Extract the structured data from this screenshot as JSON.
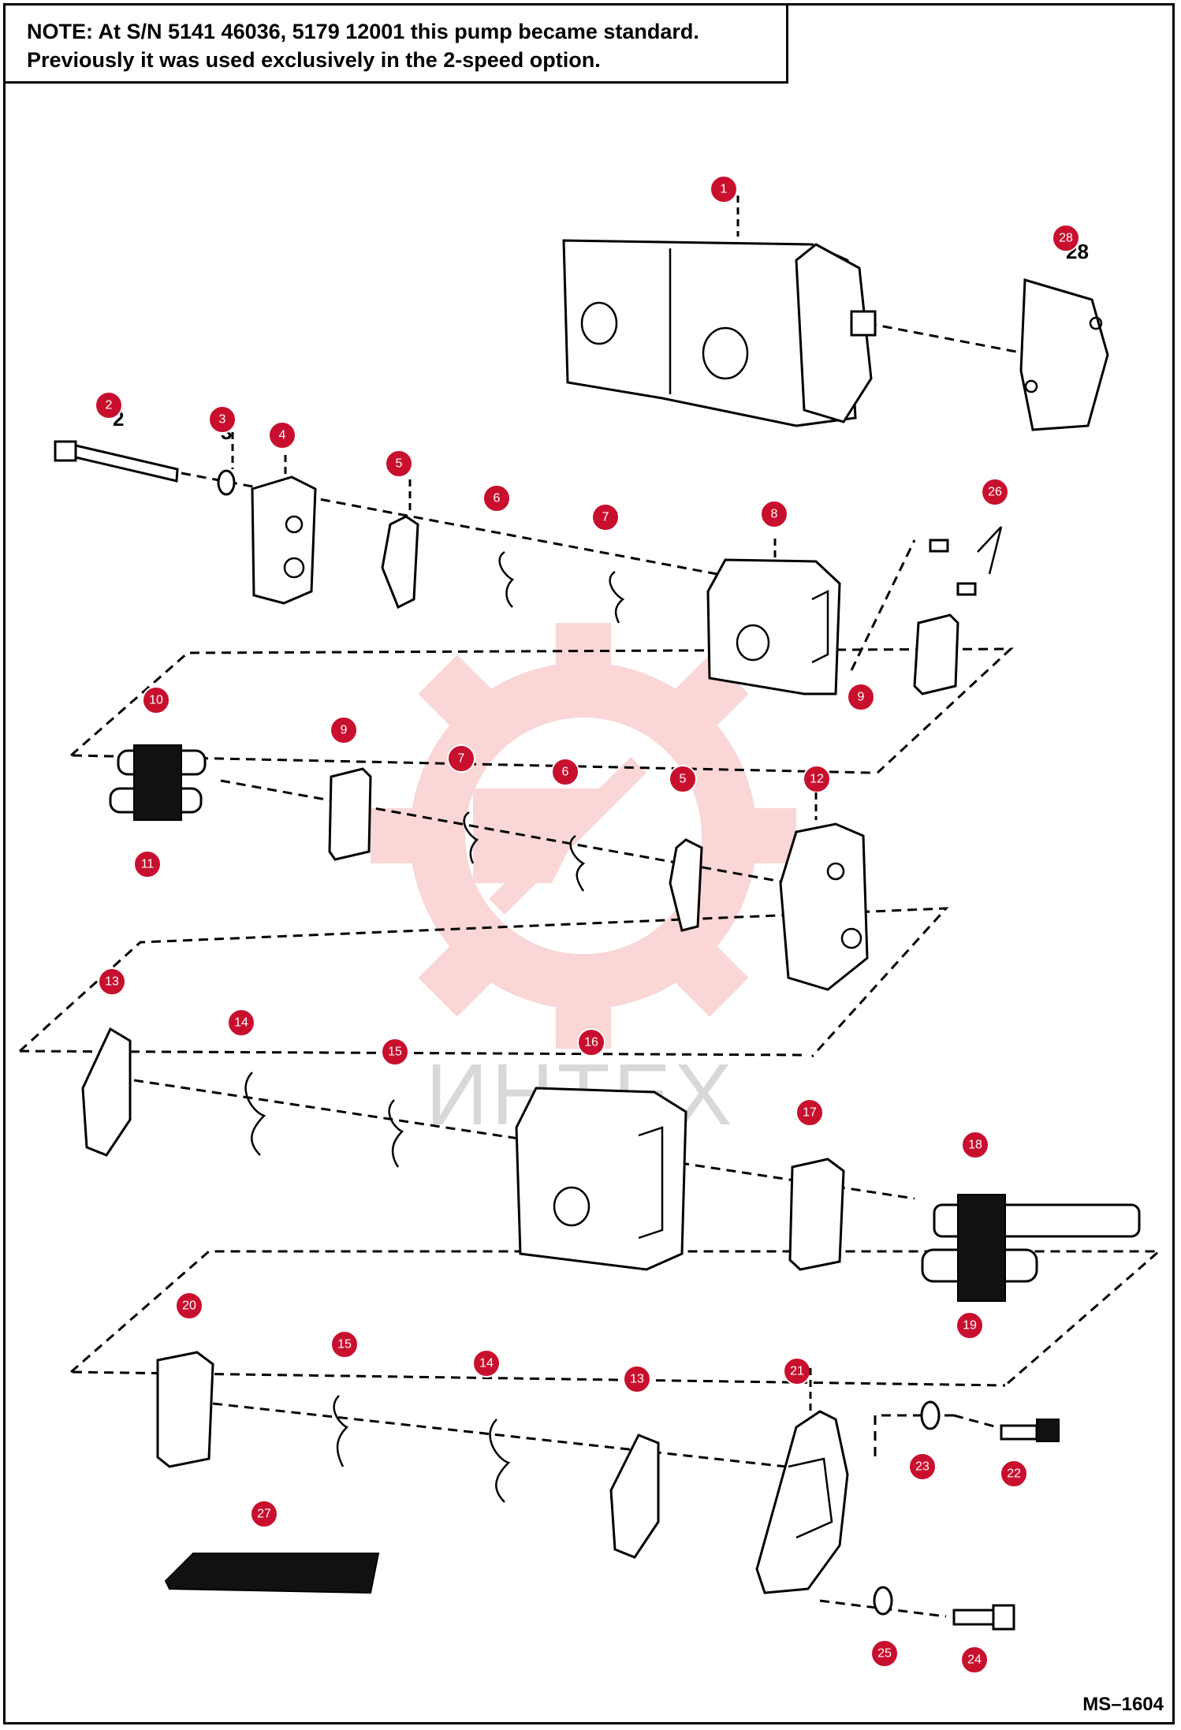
{
  "note": {
    "line1": "NOTE: At S/N 5141 46036, 5179 12001 this pump became standard.",
    "line2": "Previously it was used exclusively in the 2-speed option."
  },
  "doc_id": "MS–1604",
  "watermark": "ИНТЕХ",
  "colors": {
    "callout": "#c8102e",
    "line": "#000000",
    "watermark": "#f4a3a3"
  },
  "callouts": [
    {
      "id": "c1",
      "label": "1"
    },
    {
      "id": "c28",
      "label": "28"
    },
    {
      "id": "c2",
      "label": "2"
    },
    {
      "id": "c3",
      "label": "3"
    },
    {
      "id": "c4",
      "label": "4"
    },
    {
      "id": "c5a",
      "label": "5"
    },
    {
      "id": "c6a",
      "label": "6"
    },
    {
      "id": "c7a",
      "label": "7"
    },
    {
      "id": "c8",
      "label": "8"
    },
    {
      "id": "c26",
      "label": "26"
    },
    {
      "id": "c9a",
      "label": "9"
    },
    {
      "id": "c10",
      "label": "10"
    },
    {
      "id": "c11",
      "label": "11"
    },
    {
      "id": "c9b",
      "label": "9"
    },
    {
      "id": "c7b",
      "label": "7"
    },
    {
      "id": "c6b",
      "label": "6"
    },
    {
      "id": "c5b",
      "label": "5"
    },
    {
      "id": "c12",
      "label": "12"
    },
    {
      "id": "c13a",
      "label": "13"
    },
    {
      "id": "c14a",
      "label": "14"
    },
    {
      "id": "c15a",
      "label": "15"
    },
    {
      "id": "c16",
      "label": "16"
    },
    {
      "id": "c17",
      "label": "17"
    },
    {
      "id": "c18",
      "label": "18"
    },
    {
      "id": "c19",
      "label": "19"
    },
    {
      "id": "c20",
      "label": "20"
    },
    {
      "id": "c15b",
      "label": "15"
    },
    {
      "id": "c14b",
      "label": "14"
    },
    {
      "id": "c13b",
      "label": "13"
    },
    {
      "id": "c21",
      "label": "21"
    },
    {
      "id": "c23",
      "label": "23"
    },
    {
      "id": "c22",
      "label": "22"
    },
    {
      "id": "c27",
      "label": "27"
    },
    {
      "id": "c25",
      "label": "25"
    },
    {
      "id": "c24",
      "label": "24"
    }
  ]
}
